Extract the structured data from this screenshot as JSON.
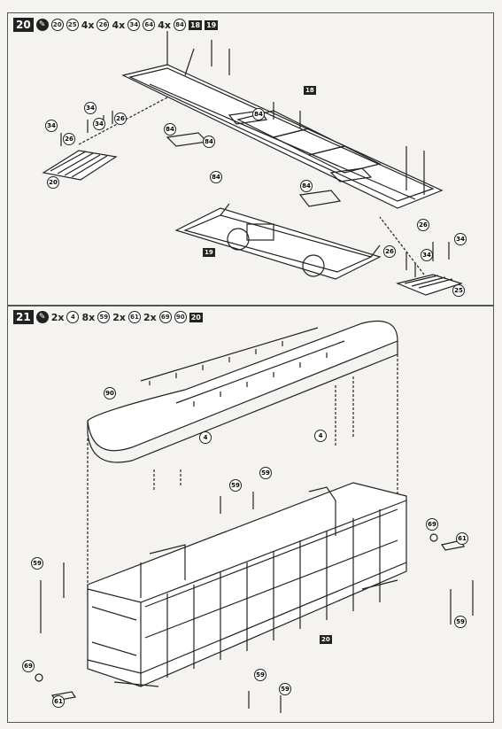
{
  "step20": {
    "number": "20",
    "parts": [
      {
        "kind": "circ",
        "text": "20"
      },
      {
        "kind": "circ",
        "text": "25"
      },
      {
        "kind": "mult",
        "text": "4x"
      },
      {
        "kind": "circ",
        "text": "26"
      },
      {
        "kind": "mult",
        "text": "4x"
      },
      {
        "kind": "circ",
        "text": "34"
      },
      {
        "kind": "circ",
        "text": "64"
      },
      {
        "kind": "mult",
        "text": "4x"
      },
      {
        "kind": "circ",
        "text": "84"
      },
      {
        "kind": "sq",
        "text": "18"
      },
      {
        "kind": "sq",
        "text": "19"
      }
    ],
    "labels": {
      "l34a": "34",
      "l26a": "26",
      "l34b": "34",
      "l26b": "26",
      "l34c": "34",
      "l20": "20",
      "l84a": "84",
      "l84b": "84",
      "l84c": "84",
      "l84d": "84",
      "l84e": "84",
      "s18": "18",
      "s19": "19",
      "l26c": "26",
      "l26d": "26",
      "l34d": "34",
      "l34e": "34",
      "l25": "25"
    }
  },
  "step21": {
    "number": "21",
    "parts": [
      {
        "kind": "mult",
        "text": "2x"
      },
      {
        "kind": "circ",
        "text": "4"
      },
      {
        "kind": "mult",
        "text": "8x"
      },
      {
        "kind": "circ",
        "text": "59"
      },
      {
        "kind": "mult",
        "text": "2x"
      },
      {
        "kind": "circ",
        "text": "61"
      },
      {
        "kind": "mult",
        "text": "2x"
      },
      {
        "kind": "circ",
        "text": "69"
      },
      {
        "kind": "circ",
        "text": "90"
      },
      {
        "kind": "sq",
        "text": "20"
      }
    ],
    "labels": {
      "l90": "90",
      "l4a": "4",
      "l4b": "4",
      "l59a": "59",
      "l59b": "59",
      "l59c": "59",
      "l59d": "59",
      "l59e": "59",
      "l59f": "59",
      "l69a": "69",
      "l61a": "61",
      "l69b": "69",
      "l61b": "61",
      "s20": "20"
    }
  }
}
